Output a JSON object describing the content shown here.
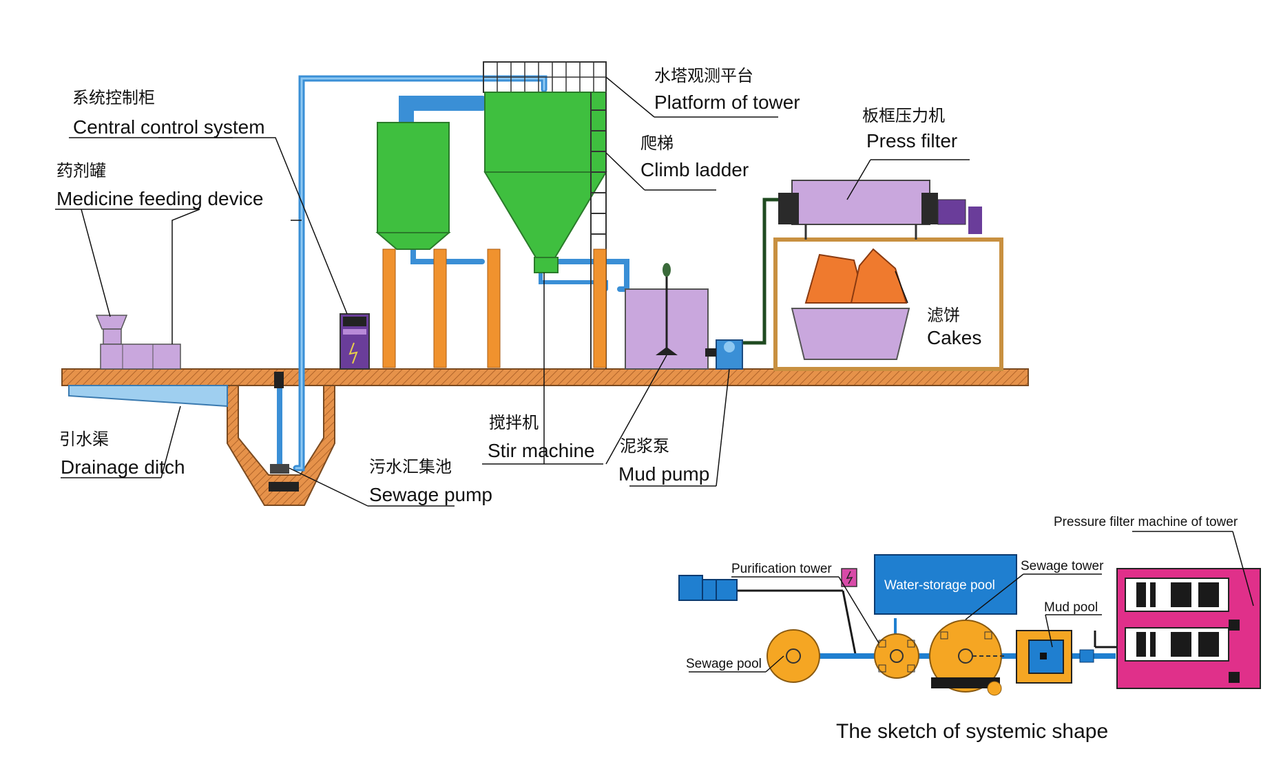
{
  "colors": {
    "ground": "#e6924a",
    "pipe": "#3a8fd6",
    "tower": "#3fbf3f",
    "tank": "#c9a7dd",
    "cake": "#ef7a2e",
    "frame": "#d9b27a",
    "plan_blue": "#1f7fd0",
    "plan_orange": "#f5a623",
    "plan_magenta": "#e0308a",
    "plan_pink_icon": "#d84aa8"
  },
  "labels": {
    "control_cn": "系统控制柜",
    "control_en": "Central control system",
    "medicine_cn": "药剂罐",
    "medicine_en": "Medicine feeding device",
    "drain_cn": "引水渠",
    "drain_en": "Drainage ditch",
    "sewage_pump_cn": "污水汇集池",
    "sewage_pump_en": "Sewage pump",
    "stir_cn": "搅拌机",
    "stir_en": "Stir machine",
    "mud_cn": "泥浆泵",
    "mud_en": "Mud pump",
    "platform_cn": "水塔观测平台",
    "platform_en": "Platform of tower",
    "ladder_cn": "爬梯",
    "ladder_en": "Climb ladder",
    "press_cn": "板框压力机",
    "press_en": "Press filter",
    "cakes_cn": "滤饼",
    "cakes_en": "Cakes"
  },
  "plan": {
    "purification_tower": "Purification tower",
    "water_storage_pool": "Water-storage pool",
    "sewage_tower": "Sewage tower",
    "pressure_filter": "Pressure filter machine of tower",
    "mud_pool": "Mud pool",
    "sewage_pool": "Sewage pool"
  },
  "caption": "The sketch of systemic shape",
  "icons": [
    "control-cabinet-icon",
    "lightning-icon",
    "agitator-icon",
    "pump-icon"
  ]
}
